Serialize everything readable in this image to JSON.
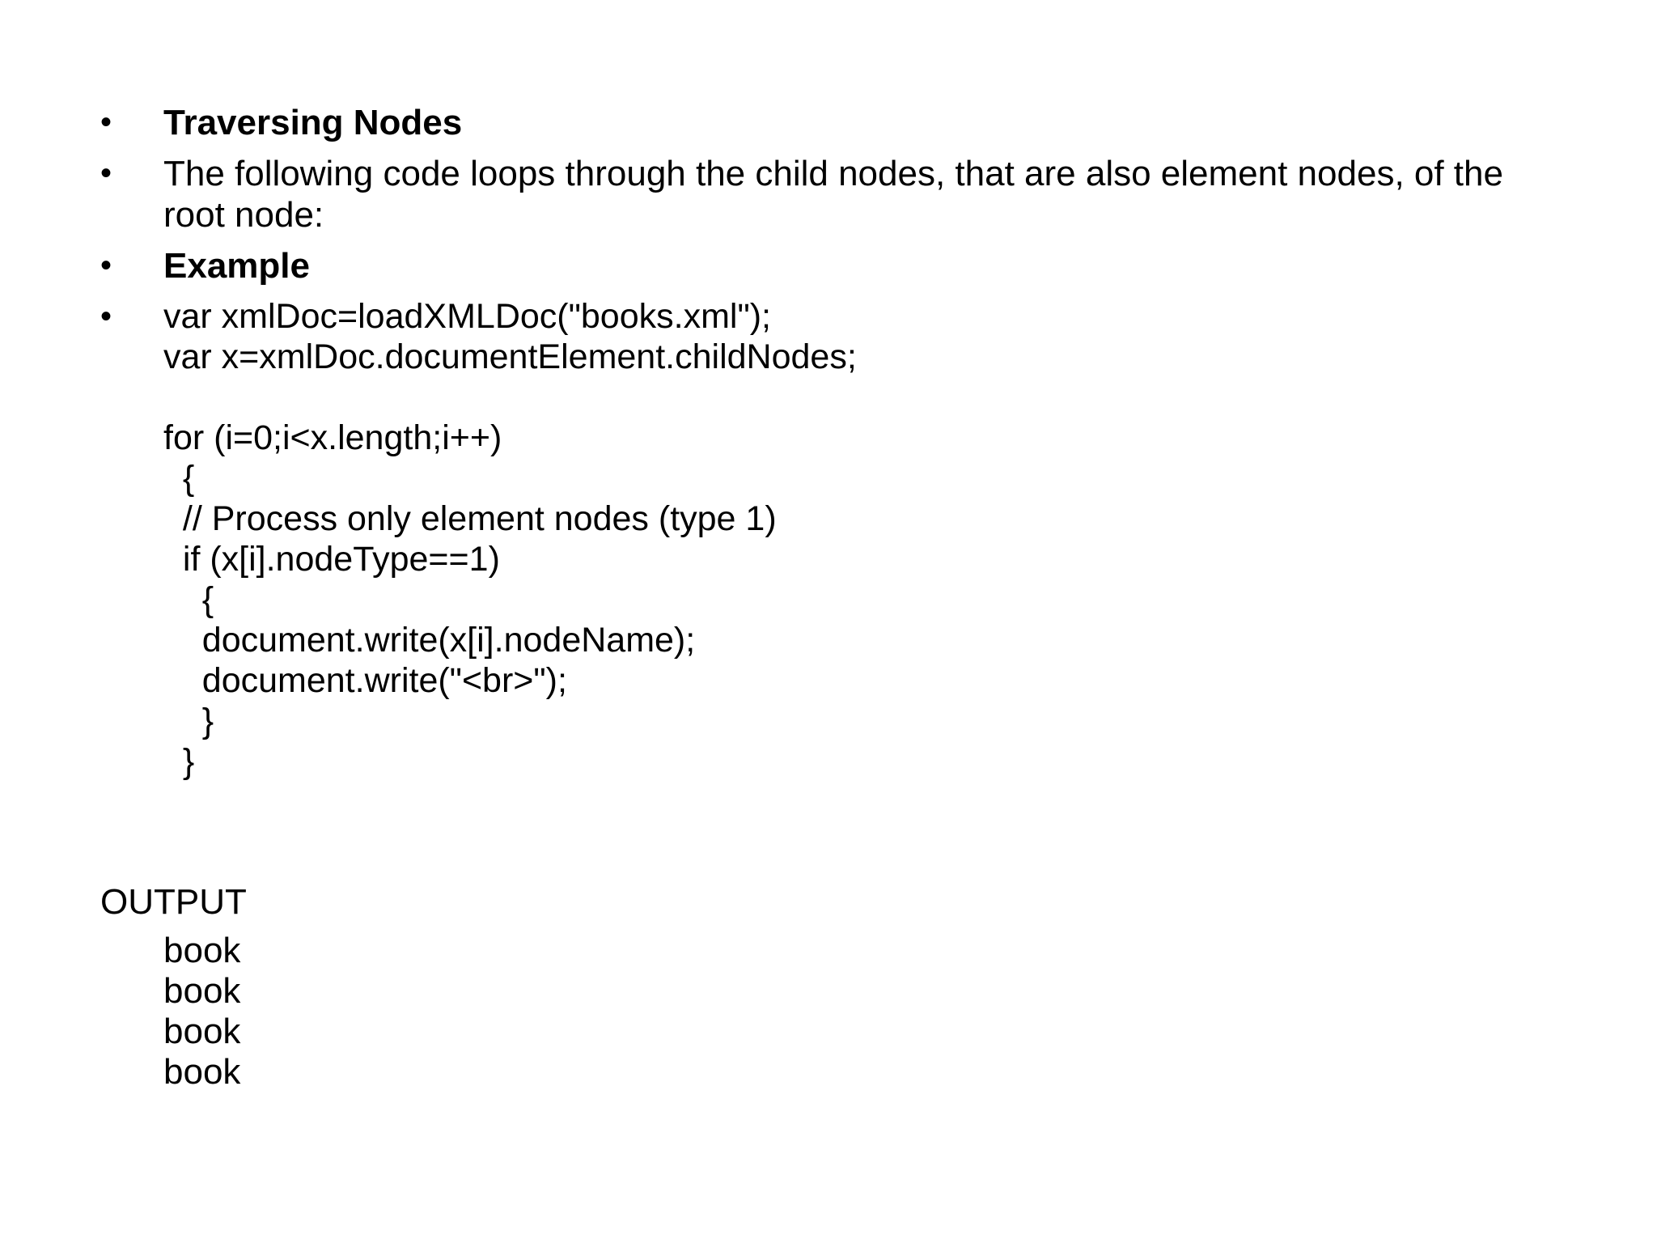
{
  "bullets": {
    "item1": "Traversing Nodes",
    "item2": "The following code loops through the child nodes, that are also element nodes, of the root node:",
    "item3": "Example",
    "code": [
      "var xmlDoc=loadXMLDoc(\"books.xml\");",
      "var x=xmlDoc.documentElement.childNodes;",
      "",
      "for (i=0;i<x.length;i++)",
      "  {",
      "  // Process only element nodes (type 1)",
      "  if (x[i].nodeType==1)",
      "    {",
      "    document.write(x[i].nodeName);",
      "    document.write(\"<br>\");",
      "    }",
      "  }"
    ]
  },
  "output": {
    "label": "OUTPUT",
    "items": [
      "book",
      "book",
      "book",
      "book"
    ]
  }
}
